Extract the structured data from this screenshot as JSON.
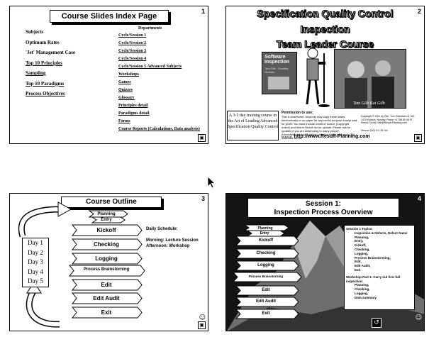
{
  "slide1": {
    "number": "1",
    "title": "Course Slides Index Page",
    "left_items": [
      {
        "label": "Subjects",
        "underline": false
      },
      {
        "label": "Optimum Rates",
        "underline": false
      },
      {
        "label": "'Jet' Management Case",
        "underline": false
      },
      {
        "label": "Top 10 Principles",
        "underline": true
      },
      {
        "label": "Sampling",
        "underline": true
      },
      {
        "label": "Top 10 Paradigms",
        "underline": true
      },
      {
        "label": "Process Objectives",
        "underline": true
      }
    ],
    "right_header": "Departments",
    "right_items": [
      "Cycle/Session 1",
      "Cycle/Session 2",
      "Cycle/Session 3",
      "Cycle/Session 4",
      "Cycle/Session 5 Advanced Subjects",
      "Workshops",
      "Games",
      "Quizzes",
      "Glossary",
      "Principles detail",
      "Paradigms detail",
      "Forms",
      "Course Reports (Calculations, Data analysis)"
    ]
  },
  "slide2": {
    "number": "2",
    "title_lines": [
      "Specification Quality Control",
      "Inspection",
      "Team Leader Course"
    ],
    "book_title": "Software Inspection",
    "book_authors": "Tom Gilb · Dorothy Graham",
    "photo_caption": "Tom Gilb  Kai Gilb",
    "box_text": "A 3-5 day training course in the Art of Leading Advanced Specification Quality Control",
    "permission_heading": "Permission to use:",
    "permission_text": "This is shareware. Anybody may copy these slides electronically or on paper for any useful purpose except sale for profit. You must include credit of source (Copyright notice) and inform Result Inc for update. Please ask for updates if you are distributing to many people.",
    "permission_more": "A licensed electronic version of these slides and other Gilb materials will be",
    "url_prefix": "found at:",
    "url": "http://www.Result-Planning.com",
    "copyright": "Copyright © 2001 by Gilb. Tom Gilbertsen B, NO-1410 Kolbotn, Norway. Phone +47 66 80 46 97. Result: Tom@ Gilb@Result-Planning.com",
    "version": "Version 2001 9:0 28 Jun"
  },
  "slide3": {
    "number": "3",
    "title": "Course Outline",
    "days": [
      "Day 1",
      "Day 2",
      "Day 3",
      "Day 4",
      "Day 5"
    ],
    "steps": [
      "Planning",
      "Entry",
      "Kickoff",
      "Checking",
      "Logging",
      "Process Brainstorning",
      "Edit",
      "Edit Audit",
      "Exit"
    ],
    "schedule_title": "Daily Schedule:",
    "schedule_morning": "Morning: Lecture Session",
    "schedule_afternoon": "Afternoon: Workshop"
  },
  "slide4": {
    "number": "4",
    "title_line1": "Session 1:",
    "title_line2": "Inspection Process Overview",
    "steps": [
      "Planning",
      "Entry",
      "Kickoff",
      "Checking",
      "Logging",
      "Process Brainstorning",
      "Edit",
      "Edit Audit",
      "Exit"
    ],
    "topics_heading": "Session 1 Topics:",
    "topics": [
      "Inspection & Defects, Defect Game",
      "Planning,",
      "Entry,",
      "Kickoff,",
      "Checking,",
      "Logging,",
      "Process Brainstorming,",
      "Edit,",
      "Edit Audit,",
      "Exit"
    ],
    "workshop_heading": "Workshop Part 1: Carry out first full inspection:",
    "workshop_items": [
      "Planning,",
      "Checking,",
      "Logging,",
      "Data summary"
    ]
  }
}
